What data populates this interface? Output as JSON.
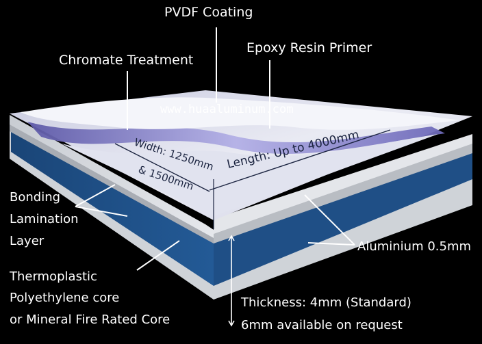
{
  "labels": {
    "pvdf_coating": "PVDF Coating",
    "epoxy_primer": "Epoxy Resin Primer",
    "chromate": "Chromate Treatment",
    "bonding_line1": "Bonding",
    "bonding_line2": "Lamination",
    "bonding_line3": "Layer",
    "aluminium": "Aluminium 0.5mm",
    "core_line1": "Thermoplastic",
    "core_line2": "Polyethylene core",
    "core_line3": "or Mineral Fire Rated Core",
    "thickness_line1": "Thickness: 4mm (Standard)",
    "thickness_line2": "6mm available on request"
  },
  "panel_text": {
    "width_line1": "Width: 1250mm",
    "width_line2": "& 1500mm",
    "length": "Length: Up to 4000mm"
  },
  "watermark": "www.huaaluminum.com",
  "colors": {
    "background": "#000000",
    "core_blue": "#1f4f86",
    "aluminium_light": "#d7dadd",
    "coating_lavender": "#9c98d6",
    "text": "#ffffff"
  }
}
